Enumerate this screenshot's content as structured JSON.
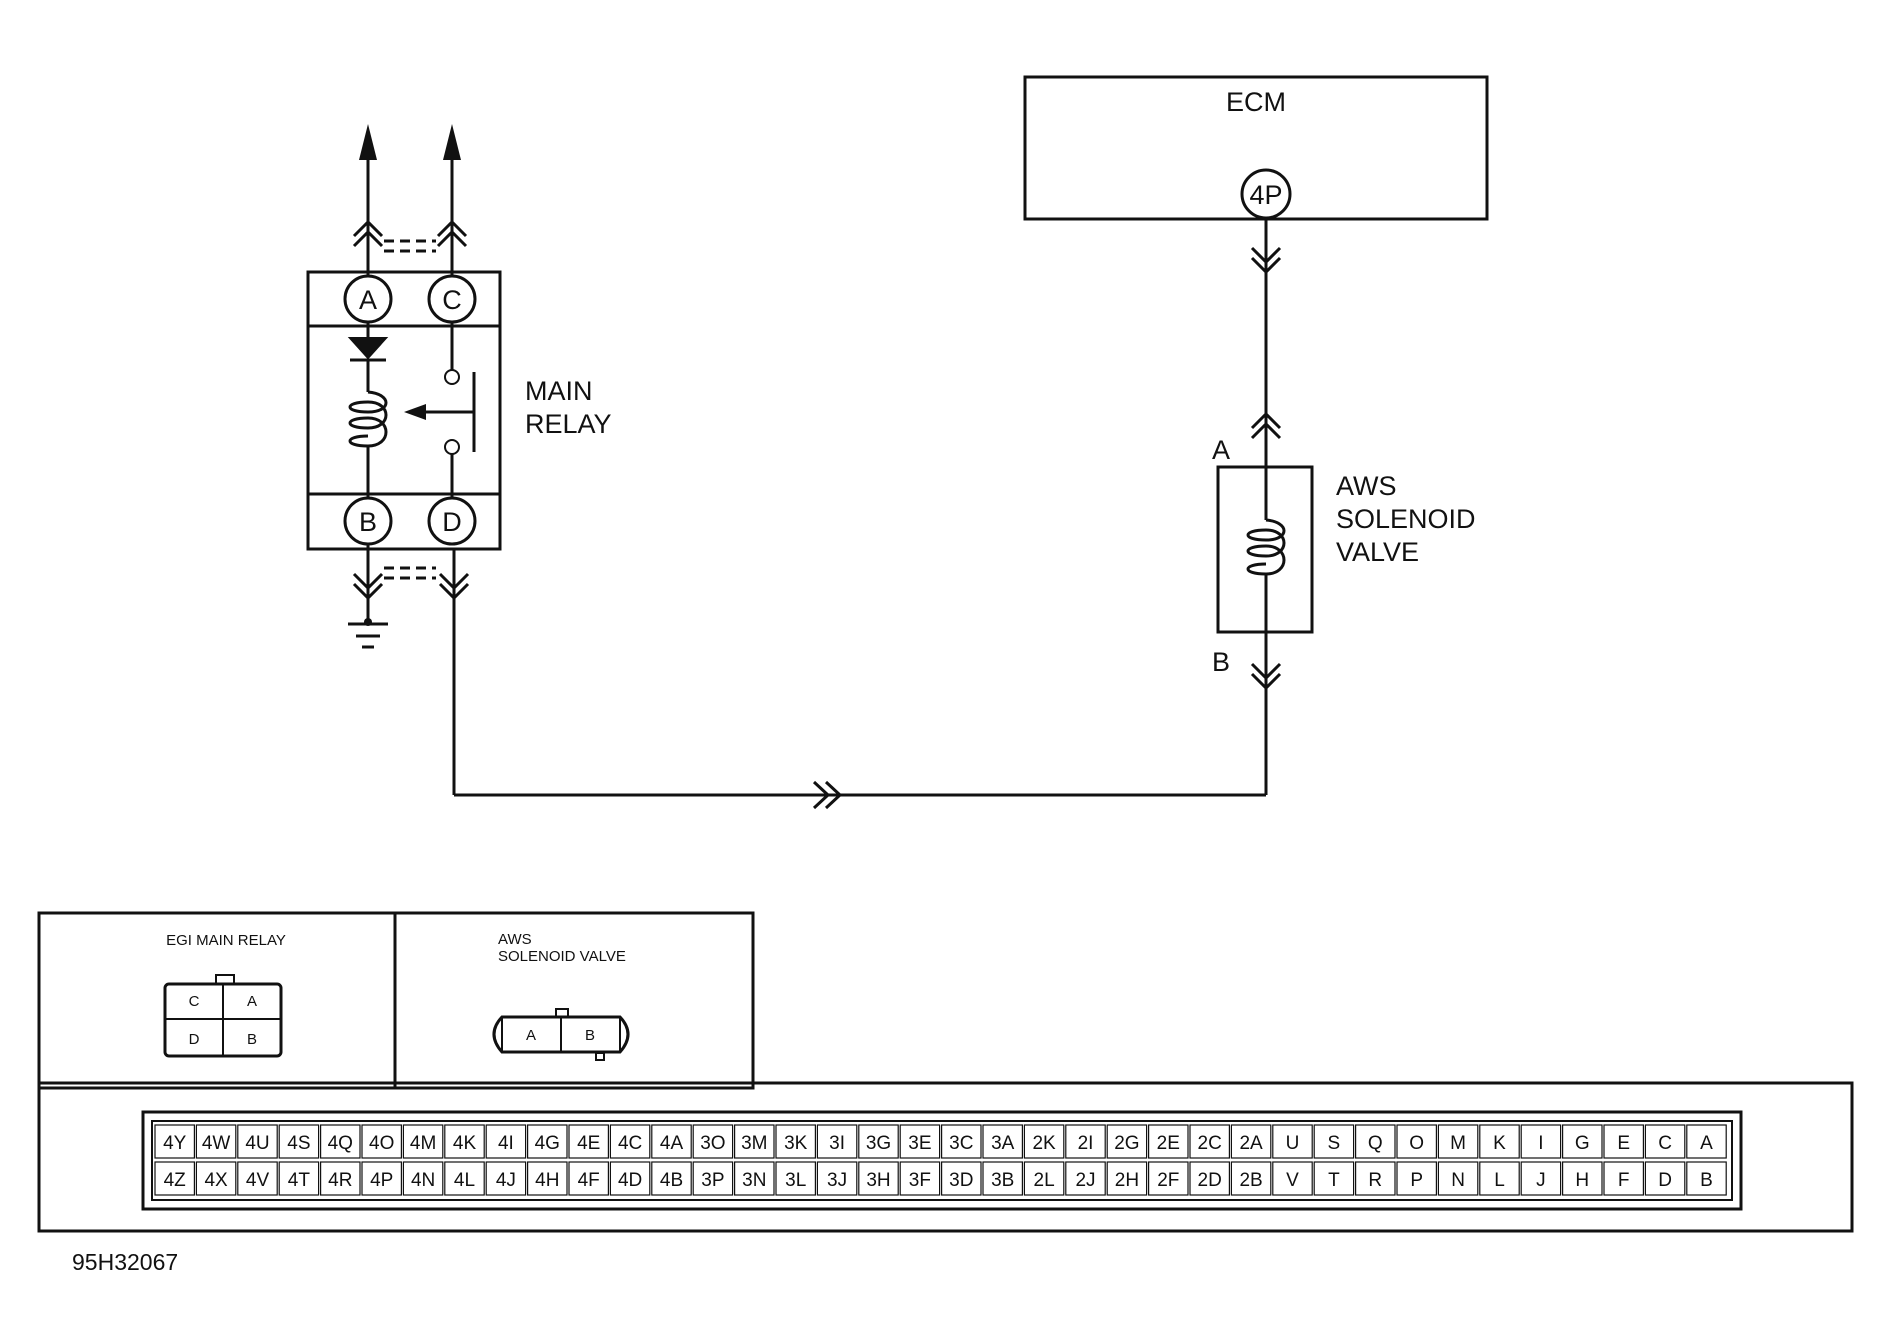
{
  "ecm": {
    "label": "ECM",
    "pin": "4P"
  },
  "main_relay": {
    "label_line1": "MAIN",
    "label_line2": "RELAY",
    "pin_a": "A",
    "pin_b": "B",
    "pin_c": "C",
    "pin_d": "D"
  },
  "aws_valve": {
    "label_line1": "AWS",
    "label_line2": "SOLENOID",
    "label_line3": "VALVE",
    "terminal_a": "A",
    "terminal_b": "B"
  },
  "connectors": {
    "egi": {
      "title": "EGI MAIN RELAY",
      "c": "C",
      "a": "A",
      "d": "D",
      "b": "B"
    },
    "aws": {
      "title_line1": "AWS",
      "title_line2": "SOLENOID VALVE",
      "a": "A",
      "b": "B"
    },
    "ecm_row_top": [
      "4Y",
      "4W",
      "4U",
      "4S",
      "4Q",
      "4O",
      "4M",
      "4K",
      "4I",
      "4G",
      "4E",
      "4C",
      "4A",
      "3O",
      "3M",
      "3K",
      "3I",
      "3G",
      "3E",
      "3C",
      "3A",
      "2K",
      "2I",
      "2G",
      "2E",
      "2C",
      "2A",
      "U",
      "S",
      "Q",
      "O",
      "M",
      "K",
      "I",
      "G",
      "E",
      "C",
      "A"
    ],
    "ecm_row_bottom": [
      "4Z",
      "4X",
      "4V",
      "4T",
      "4R",
      "4P",
      "4N",
      "4L",
      "4J",
      "4H",
      "4F",
      "4D",
      "4B",
      "3P",
      "3N",
      "3L",
      "3J",
      "3H",
      "3F",
      "3D",
      "3B",
      "2L",
      "2J",
      "2H",
      "2F",
      "2D",
      "2B",
      "V",
      "T",
      "R",
      "P",
      "N",
      "L",
      "J",
      "H",
      "F",
      "D",
      "B"
    ]
  },
  "figure_id": "95H32067"
}
